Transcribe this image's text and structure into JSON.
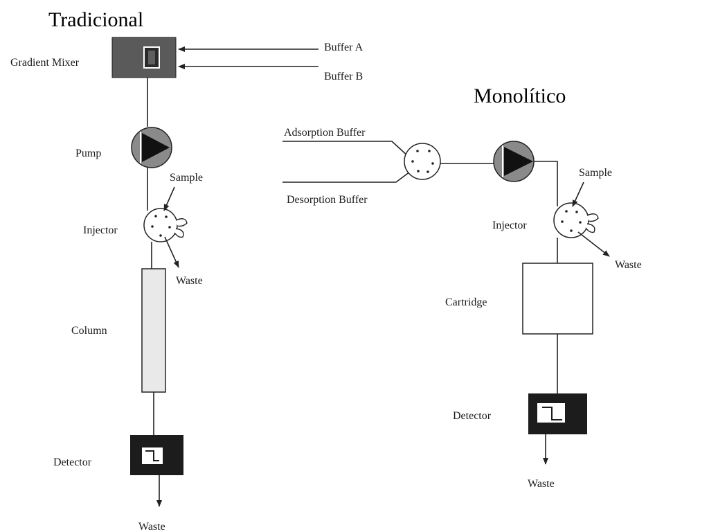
{
  "traditional": {
    "title": "Tradicional",
    "labels": {
      "gradient_mixer": "Gradient Mixer",
      "buffer_a": "Buffer A",
      "buffer_b": "Buffer B",
      "pump": "Pump",
      "sample": "Sample",
      "injector": "Injector",
      "waste_injector": "Waste",
      "column": "Column",
      "detector": "Detector",
      "waste_end": "Waste"
    }
  },
  "monolithic": {
    "title": "Monolítico",
    "labels": {
      "adsorption_buffer": "Adsorption Buffer",
      "desorption_buffer": "Desorption Buffer",
      "sample": "Sample",
      "injector": "Injector",
      "waste_injector": "Waste",
      "cartridge": "Cartridge",
      "detector": "Detector",
      "waste_end": "Waste"
    }
  },
  "colors": {
    "line": "#222222",
    "mixer_fill": "#5a5a5a",
    "detector_fill": "#1c1c1c",
    "pump_fill": "#8a8a8a",
    "column_fill": "#e9e9e9"
  }
}
